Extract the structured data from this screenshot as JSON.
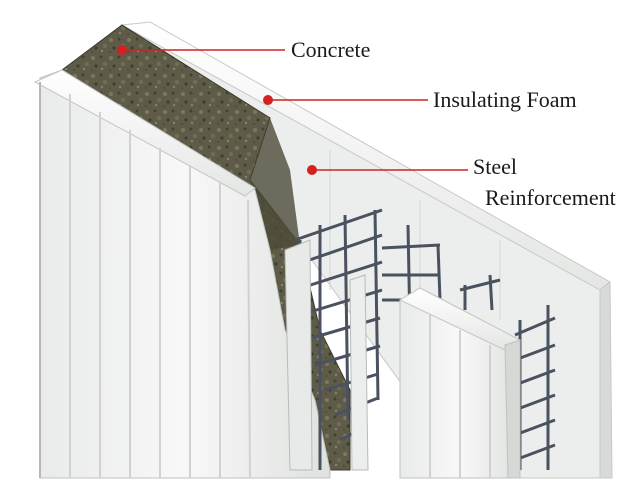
{
  "labels": {
    "concrete": "Concrete",
    "insulating_foam": "Insulating Foam",
    "steel_line1": "Steel",
    "steel_line2": "Reinforcement"
  },
  "colors": {
    "callout": "#d42020",
    "foam": "#f2f3f1",
    "foam_shadow": "#c9ccc8",
    "concrete": "#5d5b48",
    "rebar": "#4a5260",
    "background": "#ffffff"
  },
  "icons": {
    "callout_marker": "red-dot"
  }
}
